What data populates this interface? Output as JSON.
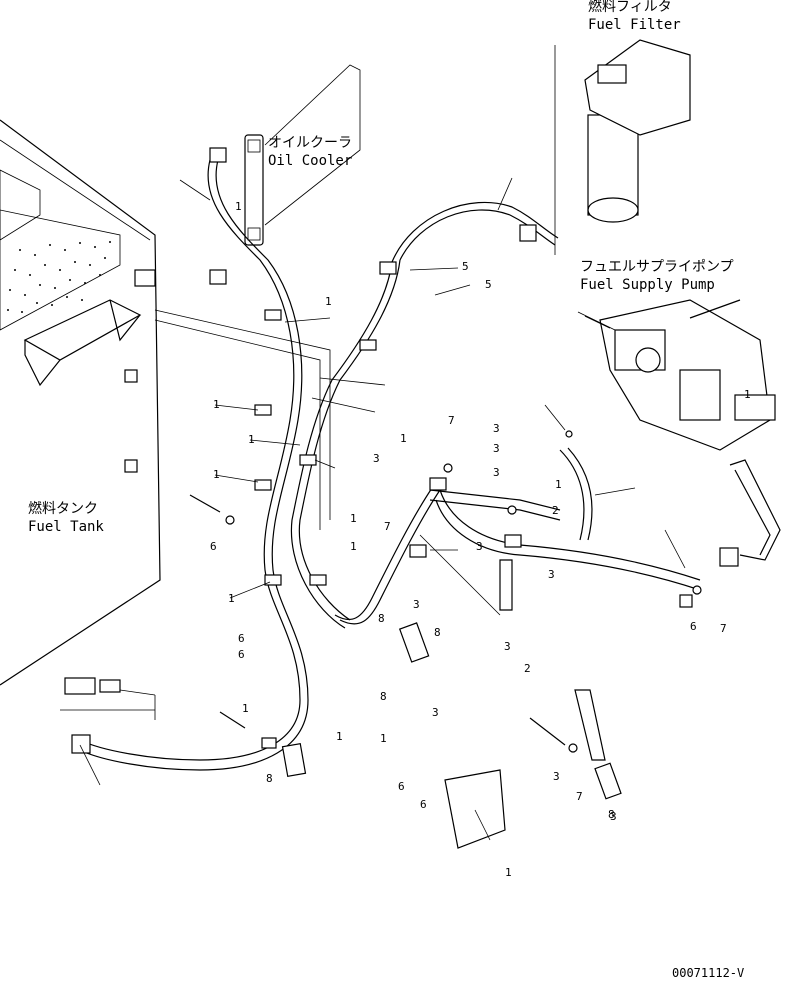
{
  "labels": {
    "fuel_filter_jp": "燃料フィルタ",
    "fuel_filter_en": "Fuel Filter",
    "oil_cooler_jp": "オイルクーラ",
    "oil_cooler_en": "Oil Cooler",
    "fuel_supply_pump_jp": "フュエルサプライポンプ",
    "fuel_supply_pump_en": "Fuel Supply Pump",
    "fuel_tank_jp": "燃料タンク",
    "fuel_tank_en": "Fuel Tank",
    "drawing_number": "00071112-V"
  },
  "callouts": [
    "1",
    "1",
    "1",
    "1",
    "1",
    "1",
    "1",
    "1",
    "1",
    "1",
    "1",
    "1",
    "1",
    "1",
    "1",
    "2",
    "2",
    "3",
    "3",
    "3",
    "3",
    "3",
    "3",
    "3",
    "3",
    "3",
    "3",
    "3",
    "5",
    "5",
    "6",
    "6",
    "6",
    "6",
    "6",
    "6",
    "7",
    "7",
    "7",
    "7",
    "8",
    "8",
    "8",
    "8",
    "8"
  ]
}
